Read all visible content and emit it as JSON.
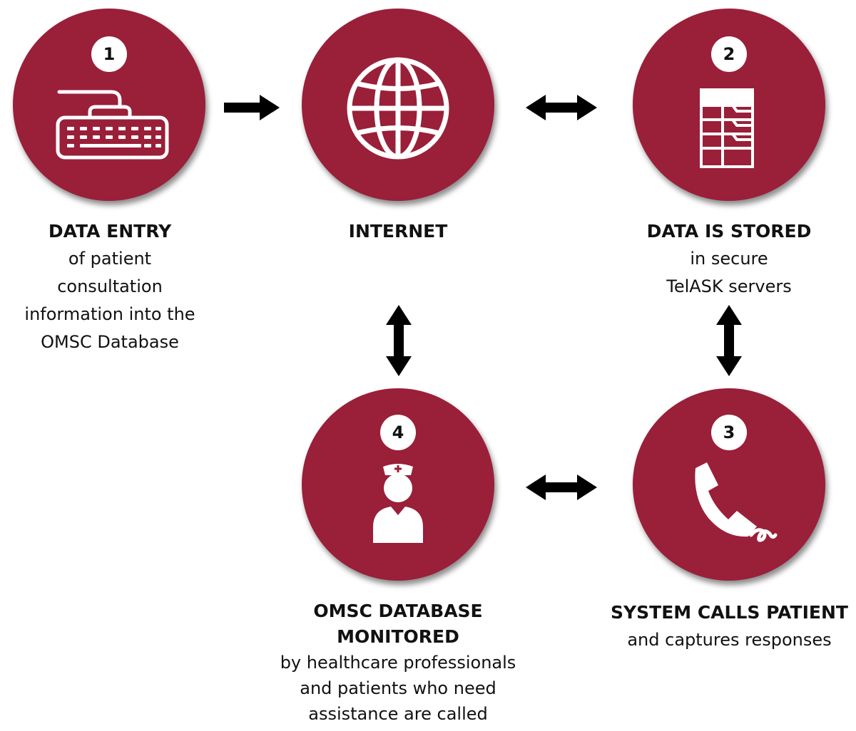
{
  "colors": {
    "circle": "#9a1f38",
    "icon": "#ffffff",
    "arrow": "#000000"
  },
  "steps": [
    {
      "badge": "1",
      "icon": "keyboard-icon",
      "title": "DATA ENTRY",
      "desc": [
        "of patient",
        "consultation",
        "information into the",
        "OMSC Database"
      ]
    },
    {
      "badge": "",
      "icon": "globe-icon",
      "title": "INTERNET",
      "desc": []
    },
    {
      "badge": "2",
      "icon": "server-icon",
      "title": "DATA IS STORED",
      "desc": [
        "in secure",
        "TelASK servers"
      ]
    },
    {
      "badge": "3",
      "icon": "phone-icon",
      "title": "SYSTEM CALLS PATIENT",
      "desc": [
        "and captures responses"
      ]
    },
    {
      "badge": "4",
      "icon": "nurse-icon",
      "title_lines": [
        "OMSC DATABASE",
        "MONITORED"
      ],
      "desc": [
        "by healthcare professionals",
        "and patients who need",
        "assistance are called"
      ]
    }
  ]
}
